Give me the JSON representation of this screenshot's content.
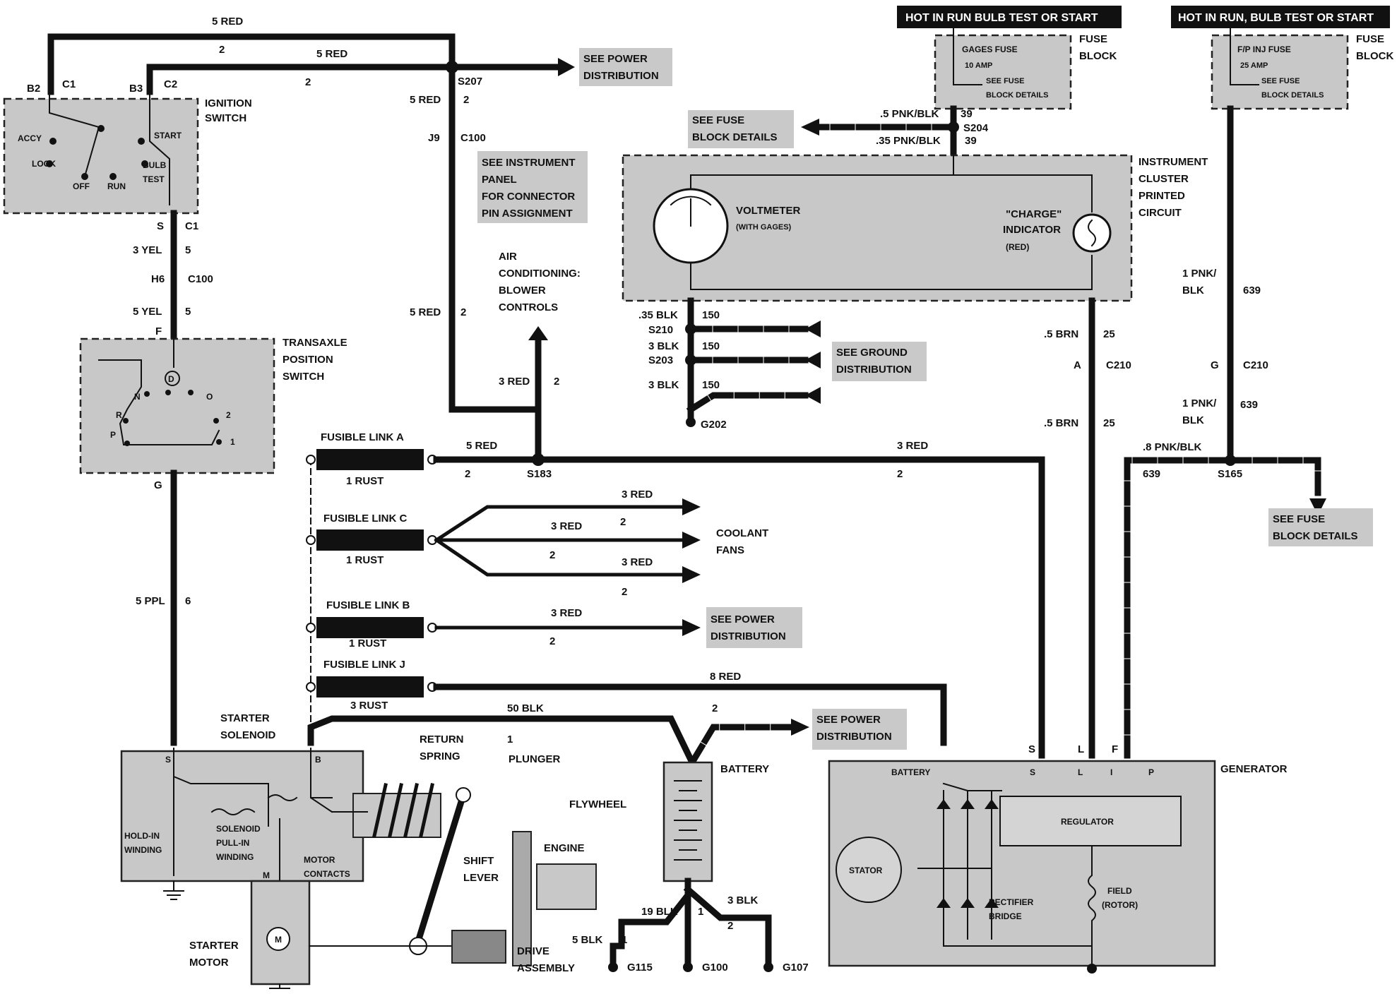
{
  "headers": {
    "left": "HOT IN RUN  BULB TEST OR START",
    "right": "HOT IN RUN, BULB TEST OR START"
  },
  "ignition": {
    "label": [
      "IGNITION",
      "SWITCH"
    ],
    "positions": [
      "ACCY",
      "LOCK",
      "OFF",
      "RUN",
      "BULB",
      "TEST",
      "START"
    ],
    "pins": [
      "B2",
      "C1",
      "B3",
      "C2",
      "S",
      "C1"
    ]
  },
  "wires_top": {
    "w1": "5 RED",
    "w1_num": "2",
    "w2": "5 RED",
    "w2_num": "2",
    "s207": "S207",
    "w3": "5 RED",
    "w3_num": "2",
    "j9": "J9",
    "c100": "C100",
    "w4": "5 RED",
    "w4_num": "2"
  },
  "see_power_top": [
    "SEE POWER",
    "DISTRIBUTION"
  ],
  "see_instrument": [
    "SEE INSTRUMENT",
    "PANEL",
    "FOR CONNECTOR",
    "PIN ASSIGNMENT"
  ],
  "ac_blower": [
    "AIR",
    "CONDITIONING:",
    "BLOWER",
    "CONTROLS"
  ],
  "ac_wire": {
    "label": "3 RED",
    "num": "2"
  },
  "left_wires": {
    "w1": "3 YEL",
    "w1_num": "5",
    "h6": "H6",
    "c100": "C100",
    "w2": "5 YEL",
    "w2_num": "5",
    "w3": "5 PPL",
    "w3_num": "6",
    "g": "G",
    "f": "F"
  },
  "transaxle": {
    "label": [
      "TRANSAXLE",
      "POSITION",
      "SWITCH"
    ],
    "positions": [
      "D",
      "N",
      "R",
      "P",
      "O",
      "2",
      "1"
    ]
  },
  "fusible": {
    "a": {
      "name": "FUSIBLE LINK A",
      "color": "1 RUST",
      "wire": "5 RED",
      "num": "2",
      "splice": "S183"
    },
    "c": {
      "name": "FUSIBLE LINK C",
      "color": "1 RUST",
      "w1": "3 RED",
      "w1_num": "2",
      "w2": "3 RED",
      "w2_num": "2",
      "w3": "3 RED",
      "w3_num": "2"
    },
    "b": {
      "name": "FUSIBLE LINK B",
      "color": "1 RUST",
      "wire": "3 RED",
      "num": "2"
    },
    "j": {
      "name": "FUSIBLE LINK J",
      "color": "3 RUST",
      "wire": "8 RED"
    }
  },
  "coolant": [
    "COOLANT",
    "FANS"
  ],
  "see_power_mid": [
    "SEE POWER",
    "DISTRIBUTION"
  ],
  "see_power_low": [
    "SEE POWER",
    "DISTRIBUTION"
  ],
  "bat_wire": {
    "label": "50 BLK",
    "num": "2"
  },
  "long_wire": {
    "label": "3 RED",
    "num": "2"
  },
  "fuse_gages": {
    "title": "GAGES FUSE",
    "amp": "10 AMP",
    "see": [
      "SEE FUSE",
      "BLOCK DETAILS"
    ],
    "block": [
      "FUSE",
      "BLOCK"
    ]
  },
  "fuse_fp": {
    "title": "F/P INJ FUSE",
    "amp": "25 AMP",
    "see": [
      "SEE FUSE",
      "BLOCK DETAILS"
    ],
    "block": [
      "FUSE",
      "BLOCK"
    ]
  },
  "gages_wires": {
    "w1": ".5 PNK/BLK",
    "w1_num": "39",
    "s204": "S204",
    "w2": ".35 PNK/BLK",
    "w2_num": "39"
  },
  "see_fuse_left": [
    "SEE FUSE",
    "BLOCK DETAILS"
  ],
  "cluster": {
    "label": [
      "INSTRUMENT",
      "CLUSTER",
      "PRINTED",
      "CIRCUIT"
    ],
    "voltmeter": "VOLTMETER",
    "voltmeter_sub": "(WITH GAGES)",
    "charge": "\"CHARGE\"",
    "indicator": "INDICATOR",
    "red": "(RED)"
  },
  "ground": {
    "w1": ".35 BLK",
    "w1_num": "150",
    "s210": "S210",
    "w2": "3 BLK",
    "w2_num": "150",
    "s203": "S203",
    "w3": "3 BLK",
    "w3_num": "150",
    "g202": "G202",
    "see": [
      "SEE GROUND",
      "DISTRIBUTION"
    ]
  },
  "brn": {
    "w1": ".5 BRN",
    "w1_num": "25",
    "a": "A",
    "c210": "C210",
    "w2": ".5 BRN",
    "w2_num": "25"
  },
  "pnk": {
    "w1": [
      "1 PNK/",
      "BLK"
    ],
    "w1_num": "639",
    "g": "G",
    "c210": "C210",
    "w2": [
      "1 PNK/",
      "BLK"
    ],
    "w2_num": "639",
    "w3": ".8 PNK/BLK",
    "w3_num": "639",
    "s165": "S165"
  },
  "see_fuse_right": [
    "SEE FUSE",
    "BLOCK DETAILS"
  ],
  "starter": {
    "solenoid": [
      "STARTER",
      "SOLENOID"
    ],
    "hold": [
      "HOLD-IN",
      "WINDING"
    ],
    "pull": [
      "SOLENOID",
      "PULL-IN",
      "WINDING"
    ],
    "contacts": [
      "MOTOR",
      "CONTACTS"
    ],
    "motor": [
      "STARTER",
      "MOTOR"
    ],
    "s": "S",
    "b": "B",
    "m": "M"
  },
  "mech": {
    "return": [
      "RETURN",
      "SPRING"
    ],
    "one": "1",
    "plunger": "PLUNGER",
    "flywheel": "FLYWHEEL",
    "engine": "ENGINE",
    "shift": [
      "SHIFT",
      "LEVER"
    ],
    "drive": [
      "DRIVE",
      "ASSEMBLY"
    ]
  },
  "battery": {
    "label": "BATTERY",
    "w1": "19 BLK",
    "w1_num": "1",
    "w2": "3 BLK",
    "w2_num": "2",
    "w3": "5 BLK",
    "w3_num": "1",
    "g115": "G115",
    "g100": "G100",
    "g107": "G107"
  },
  "generator": {
    "label": "GENERATOR",
    "battery": "BATTERY",
    "regulator": "REGULATOR",
    "stator": "STATOR",
    "rectifier": [
      "RECTIFIER",
      "BRIDGE"
    ],
    "field": [
      "FIELD",
      "(ROTOR)"
    ],
    "pins": [
      "S",
      "L",
      "F"
    ],
    "inner": [
      "S",
      "L",
      "I",
      "P"
    ]
  }
}
